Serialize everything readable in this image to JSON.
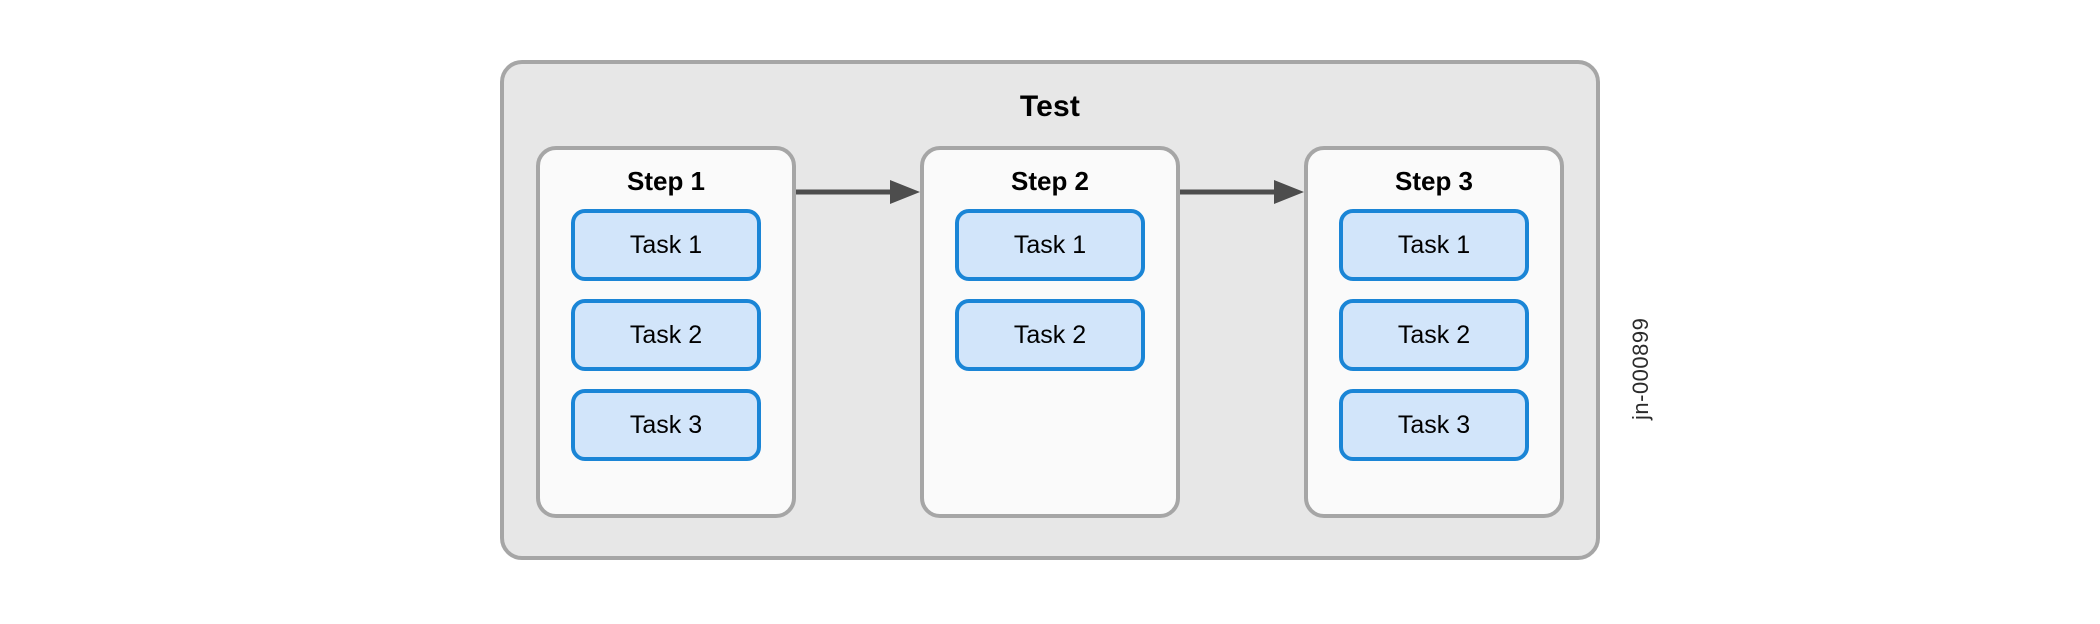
{
  "diagram": {
    "title": "Test",
    "background_color": "#ffffff",
    "container_fill": "#e7e7e7",
    "container_border": "#a6a6a6",
    "step_fill": "#fafafa",
    "step_border": "#a6a6a6",
    "task_fill": "#d2e5fa",
    "task_border": "#1a85d6",
    "arrow_color": "#4d4d4d",
    "steps": [
      {
        "title": "Step 1",
        "tasks": [
          {
            "label": "Task 1"
          },
          {
            "label": "Task 2"
          },
          {
            "label": "Task 3"
          }
        ]
      },
      {
        "title": "Step 2",
        "tasks": [
          {
            "label": "Task 1"
          },
          {
            "label": "Task 2"
          }
        ]
      },
      {
        "title": "Step 3",
        "tasks": [
          {
            "label": "Task 1"
          },
          {
            "label": "Task 2"
          },
          {
            "label": "Task 3"
          }
        ]
      }
    ],
    "connectors": [
      {
        "from": "Step 1",
        "to": "Step 2",
        "type": "arrow-right"
      },
      {
        "from": "Step 2",
        "to": "Step 3",
        "type": "arrow-right"
      }
    ]
  },
  "watermark": {
    "label": "jn-000899"
  }
}
